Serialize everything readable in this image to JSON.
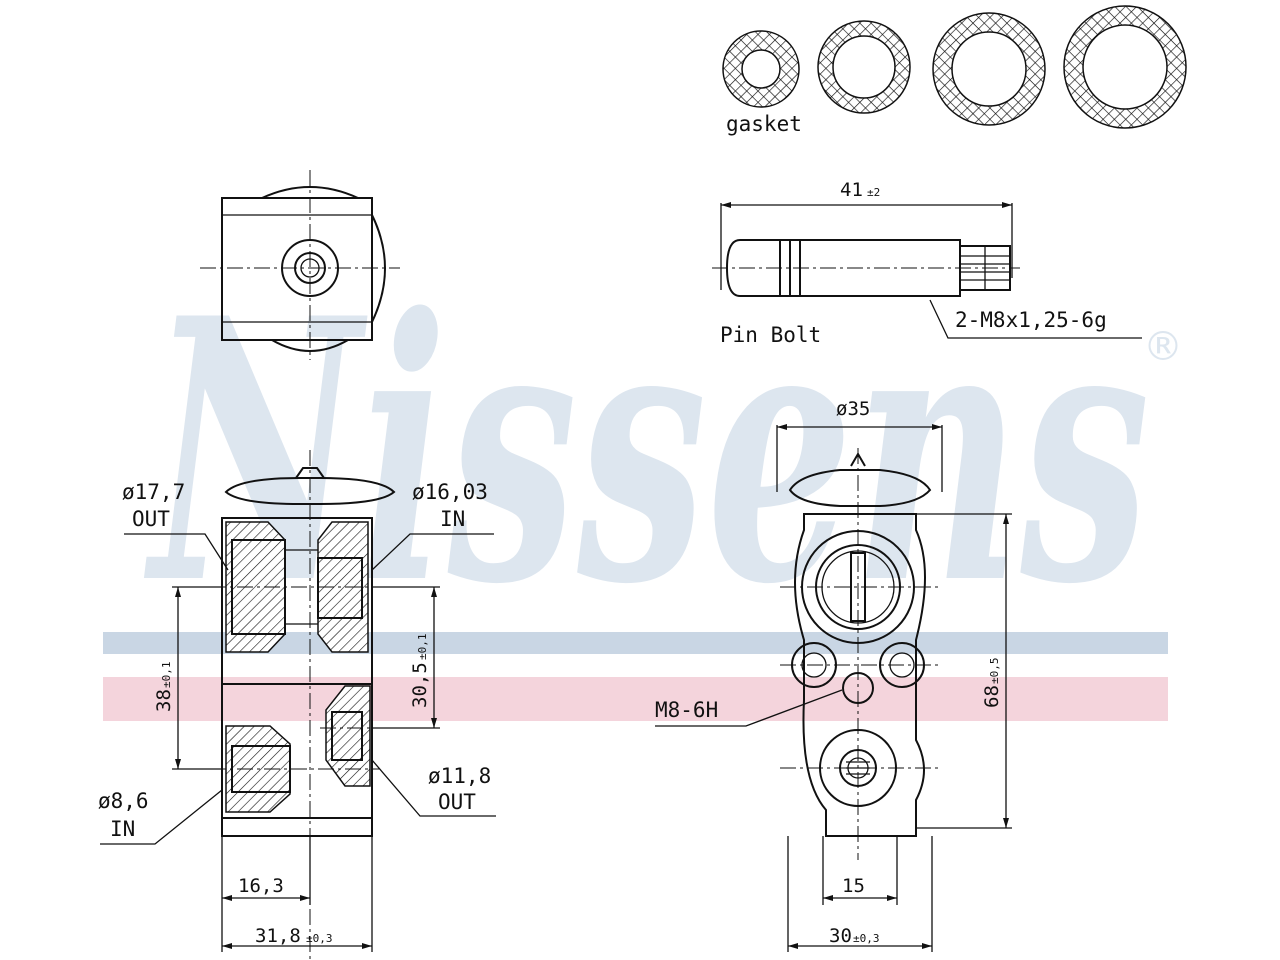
{
  "watermark": {
    "brand": "Nissens",
    "registered_mark": "®",
    "colors": {
      "text": "#dde6ef",
      "band_blue": "#c9d6e4",
      "band_pink": "#f4d4dc"
    }
  },
  "gasket": {
    "label": "gasket",
    "ring_count": 4
  },
  "pin_bolt": {
    "title": "Pin Bolt",
    "length_value": "41",
    "length_tol": "±2",
    "thread_label": "2-M8x1,25-6g"
  },
  "left_view": {
    "outlet_top": {
      "diameter": "ø17,7",
      "direction": "OUT"
    },
    "inlet_top": {
      "diameter": "ø16,03",
      "direction": "IN"
    },
    "inlet_bottom": {
      "diameter": "ø8,6",
      "direction": "IN"
    },
    "outlet_bottom": {
      "diameter": "ø11,8",
      "direction": "OUT"
    },
    "dim_38": {
      "value": "38",
      "tol": "±0,1"
    },
    "dim_30_5": {
      "value": "30,5",
      "tol": "±0,1"
    },
    "dim_16_3": {
      "value": "16,3"
    },
    "dim_31_8": {
      "value": "31,8",
      "tol": "±0,3"
    }
  },
  "right_view": {
    "top_diameter": {
      "value": "ø35"
    },
    "thread_hole": {
      "label": "M8-6H"
    },
    "dim_68": {
      "value": "68",
      "tol": "±0,5"
    },
    "dim_15": {
      "value": "15"
    },
    "dim_30": {
      "value": "30",
      "tol": "±0,3"
    }
  }
}
